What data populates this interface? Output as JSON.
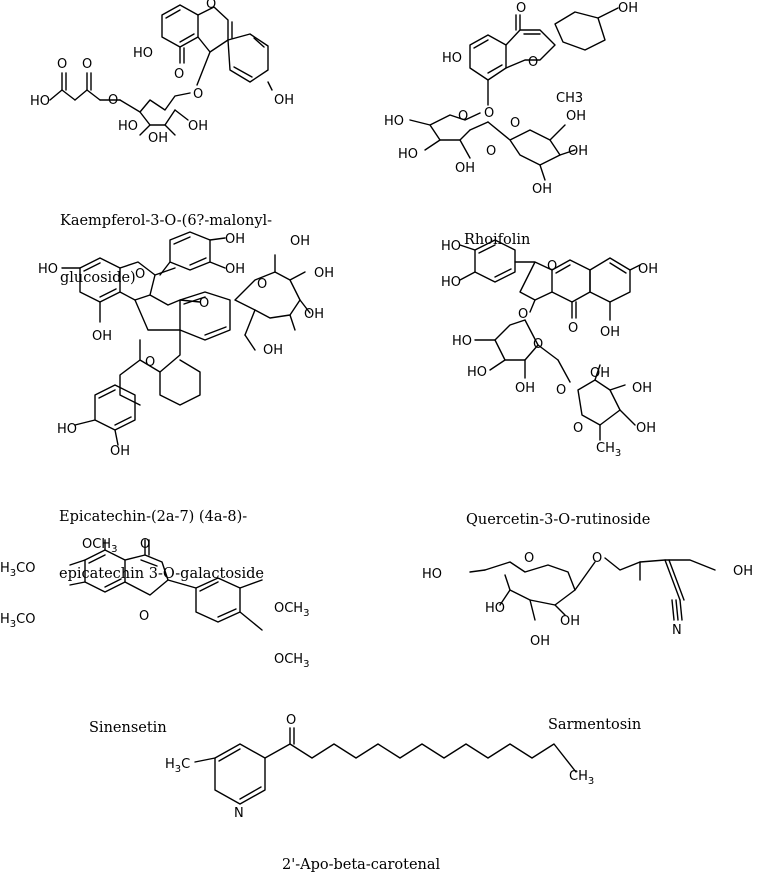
{
  "compounds": [
    {
      "caption_lines": [
        "Kaempferol-3-O-(6?-malonyl-",
        "glucoside)"
      ],
      "atom_labels": {
        "ho_top": "HO",
        "ho_left": "HO",
        "o_ring": "O",
        "o_carbonyl": "O",
        "o_link": "O",
        "oh_phenyl": "OH",
        "o_mal1": "O",
        "o_mal2": "O",
        "o_ester": "O",
        "oh_s1": "HO",
        "oh_s2": "OH",
        "oh_s3": "OH"
      }
    },
    {
      "caption_lines": [
        "Rhoifolin"
      ],
      "atom_labels": {
        "o_carbonyl": "O",
        "oh_phenyl": "OH",
        "ho_left": "HO",
        "o_ring": "O",
        "o_link": "O",
        "ch3": "CH3",
        "ho_ch2": "HO",
        "o_sug": "O",
        "o_gly": "O",
        "o_rha": "O",
        "ho_s1": "HO",
        "oh_s2": "OH",
        "oh_r1": "OH",
        "oh_r2": "OH",
        "oh_r3": "OH"
      }
    },
    {
      "caption_lines": [
        "Epicatechin-(2a-7) (4a-8)-",
        "epicatechin 3-O-galactoside"
      ],
      "atom_labels": {
        "oh_top1": "OH",
        "oh_top2": "OH",
        "ho_left": "HO",
        "o_ring1": "O",
        "o_link": "O",
        "oh_a": "OH",
        "o_ring2": "O",
        "oh_g1": "OH",
        "oh_g2": "OH",
        "oh_g3": "OH",
        "oh_g4": "OH",
        "o_ring3": "O",
        "ho_bot": "HO",
        "oh_bot": "OH"
      }
    },
    {
      "caption_lines": [
        "Quercetin-3-O-rutinoside"
      ],
      "atom_labels": {
        "ho1": "HO",
        "ho2": "HO",
        "o_ring": "O",
        "oh_right": "OH",
        "o_link": "O",
        "o_carbonyl": "O",
        "oh_5": "OH",
        "o_glc": "O",
        "ho_g1": "HO",
        "ho_g2": "HO",
        "oh_g3": "OH",
        "o_bridge": "O",
        "oh_r1": "OH",
        "oh_r2": "OH",
        "oh_r3": "OH",
        "o_rha": "O",
        "ch3": "CH",
        "ch3_sub": "3"
      }
    },
    {
      "caption_lines": [
        "Sinensetin"
      ],
      "atom_labels": {
        "och3_top": "OCH",
        "och3_top_sub": "3",
        "o_carbonyl": "O",
        "h3co_1": "H",
        "h3co_1_sub": "3",
        "h3co_1_rest": "CO",
        "h3co_2": "H",
        "h3co_2_sub": "3",
        "h3co_2_rest": "CO",
        "o_ring": "O",
        "och3_r1": "OCH",
        "och3_r1_sub": "3",
        "och3_r2": "OCH",
        "och3_r2_sub": "3"
      }
    },
    {
      "caption_lines": [
        "Sarmentosin"
      ],
      "atom_labels": {
        "ho_ch2": "HO",
        "o_ring": "O",
        "o_link": "O",
        "oh_end": "OH",
        "ho_s": "HO",
        "oh_s2": "OH",
        "oh_s3": "OH",
        "n": "N"
      }
    },
    {
      "caption_lines": [
        "2'-Apo-beta-carotenal"
      ],
      "atom_labels": {
        "h3c": "H",
        "h3c_sub": "3",
        "h3c_rest": "C",
        "o_ketone": "O",
        "ch3_end": "CH",
        "ch3_end_sub": "3",
        "n_ring": "N"
      }
    }
  ]
}
